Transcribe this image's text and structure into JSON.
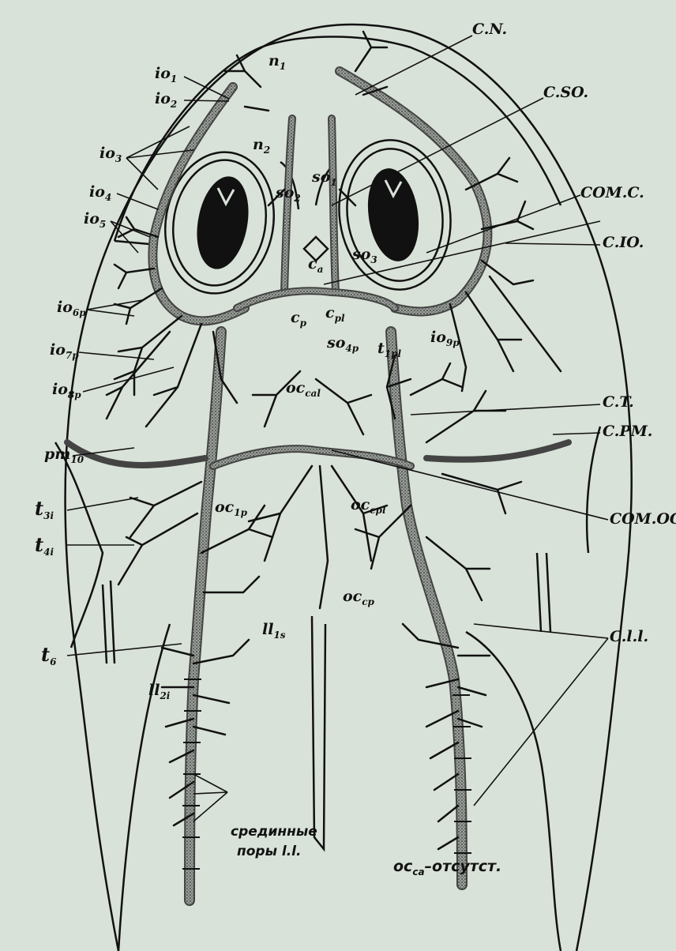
{
  "labels": {
    "CN": "C.N.",
    "CSO": "C.SO.",
    "COMC": "COM.C.",
    "CIO": "C.IO.",
    "CT": "C.T.",
    "CPM": "C.PM.",
    "COMOC": "COM.OC.",
    "CLL": "C.l.l.",
    "io1": {
      "base": "io",
      "sub": "1"
    },
    "io2": {
      "base": "io",
      "sub": "2"
    },
    "io3": {
      "base": "io",
      "sub": "3"
    },
    "io4": {
      "base": "io",
      "sub": "4"
    },
    "io5": {
      "base": "io",
      "sub": "5"
    },
    "io6p": {
      "base": "io",
      "sub": "6p"
    },
    "io7p": {
      "base": "io",
      "sub": "7p"
    },
    "io8p": {
      "base": "io",
      "sub": "8p"
    },
    "io9p": {
      "base": "io",
      "sub": "9p"
    },
    "pm10": {
      "base": "pm",
      "sub": "10"
    },
    "t3i": {
      "base": "t",
      "sub": "3i"
    },
    "t4i": {
      "base": "t",
      "sub": "4i"
    },
    "t6": {
      "base": "t",
      "sub": "6"
    },
    "t1pl": {
      "base": "t",
      "sub": "1pl"
    },
    "n1": {
      "base": "n",
      "sub": "1"
    },
    "n2": {
      "base": "n",
      "sub": "2"
    },
    "so1": {
      "base": "so",
      "sub": "1"
    },
    "so2": {
      "base": "so",
      "sub": "2"
    },
    "so3": {
      "base": "so",
      "sub": "3"
    },
    "so4p": {
      "base": "so",
      "sub": "4p"
    },
    "ca": {
      "base": "c",
      "sub": "a"
    },
    "cp": {
      "base": "c",
      "sub": "p"
    },
    "cpl": {
      "base": "c",
      "sub": "pl"
    },
    "occal": {
      "base": "oc",
      "sub": "cal"
    },
    "occpl": {
      "base": "oc",
      "sub": "cpl"
    },
    "occp": {
      "base": "oc",
      "sub": "cp"
    },
    "oc1p": {
      "base": "oc",
      "sub": "1p"
    },
    "ll1s": {
      "base": "ll",
      "sub": "1s"
    },
    "ll2i": {
      "base": "ll",
      "sub": "2i"
    },
    "median_pores_line1": "срединные",
    "median_pores_line2": "поры l.l.",
    "occa_base": "oc",
    "occa_sub": "ca",
    "occa_text": "–отсутст."
  },
  "colors": {
    "background": "#d9e2d8",
    "ink": "#111111",
    "canal_fill": "#8a8f8a"
  }
}
